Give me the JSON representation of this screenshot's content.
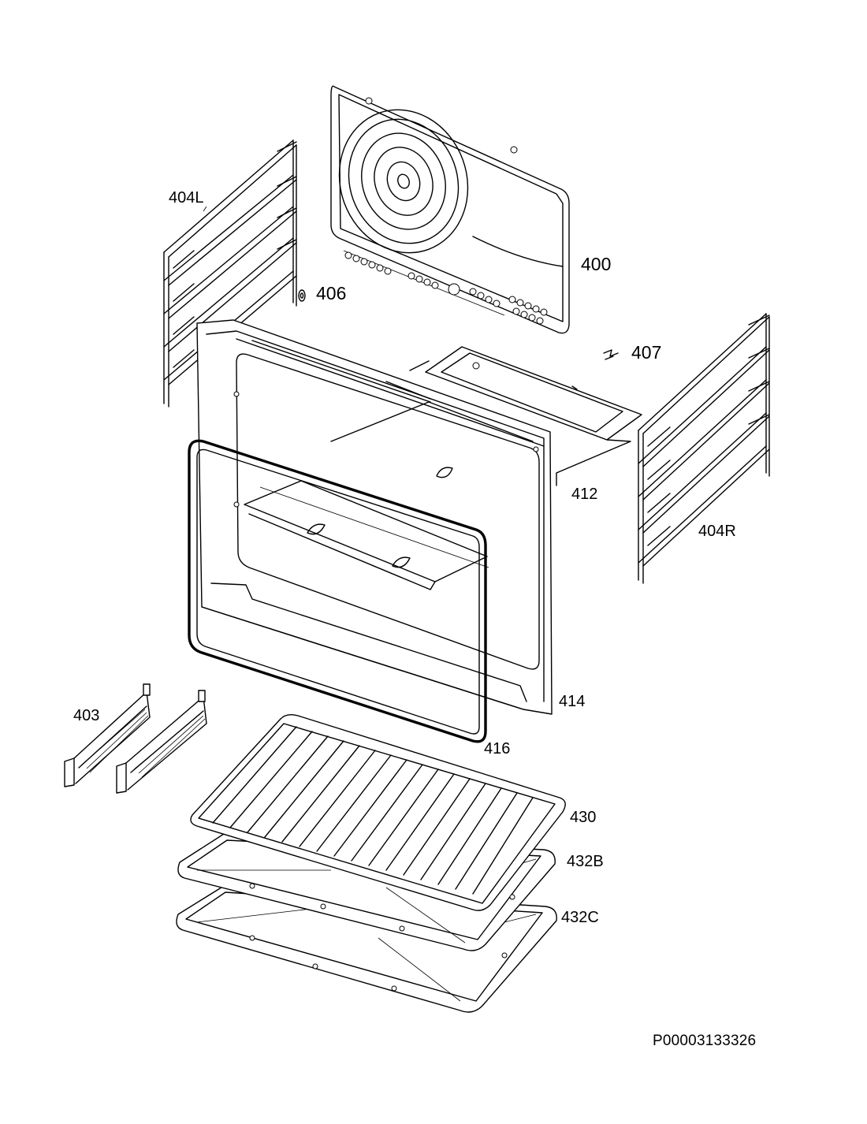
{
  "parts": [
    {
      "id": "p404L",
      "label": "404L"
    },
    {
      "id": "p400",
      "label": "400"
    },
    {
      "id": "p406",
      "label": "406"
    },
    {
      "id": "p407",
      "label": "407"
    },
    {
      "id": "p412",
      "label": "412"
    },
    {
      "id": "p404R",
      "label": "404R"
    },
    {
      "id": "p414",
      "label": "414"
    },
    {
      "id": "p403",
      "label": "403"
    },
    {
      "id": "p416",
      "label": "416"
    },
    {
      "id": "p430",
      "label": "430"
    },
    {
      "id": "p432B",
      "label": "432B"
    },
    {
      "id": "p432C",
      "label": "432C"
    }
  ],
  "document_code": "P00003133326"
}
